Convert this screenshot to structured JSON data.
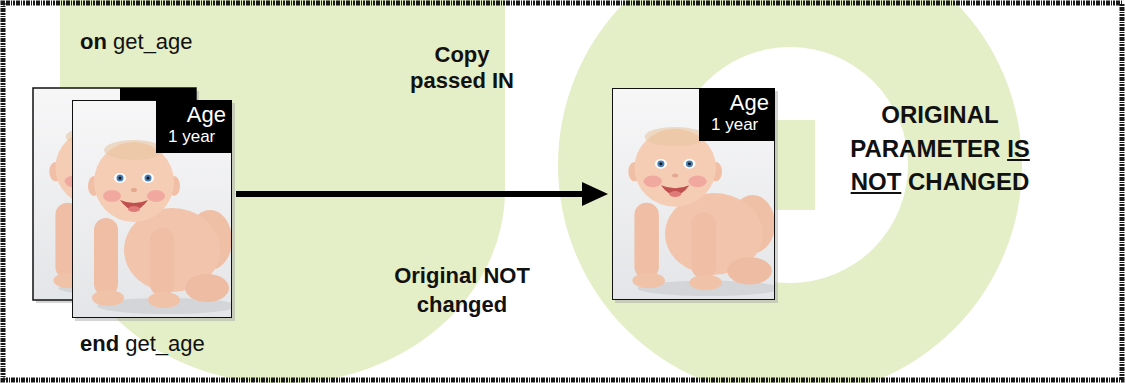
{
  "diagram": {
    "nodes": [
      {
        "text": [
          "Age",
          "1 year"
        ]
      },
      {
        "text": [
          "Age",
          "1 year"
        ]
      }
    ],
    "edges": [
      {
        "from": 0,
        "to": 1,
        "arrow": "to",
        "label": "Copy passed IN"
      }
    ],
    "labels": [
      "on",
      "get_age",
      "end",
      "get_age",
      "Original NOT changed",
      "ORIGINAL",
      "PARAMETER",
      "IS",
      "NOT",
      "CHANGED"
    ]
  }
}
